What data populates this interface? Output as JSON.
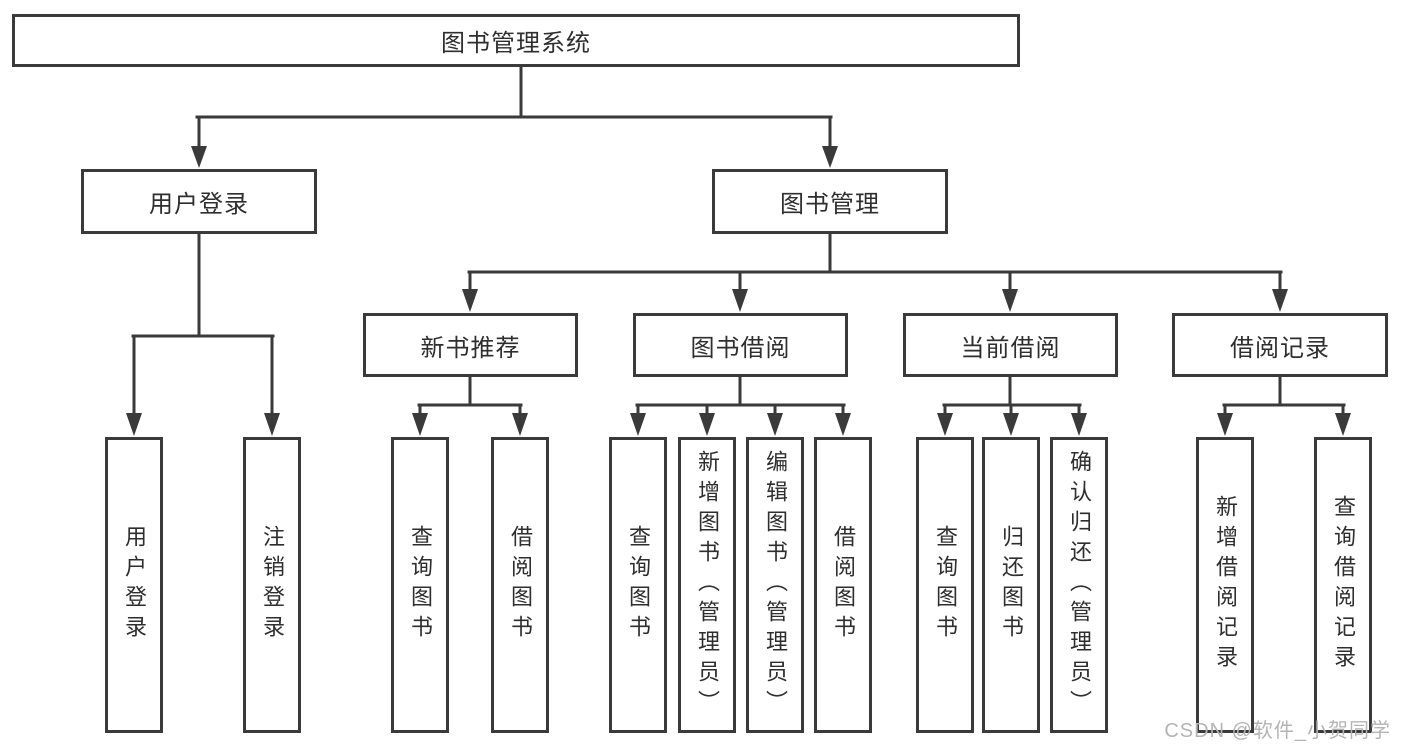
{
  "colors": {
    "line": "#3a3a3a",
    "node_border": "#3a3a3a",
    "node_background": "#ffffff",
    "text": "#2e2e2e",
    "watermark": "#b4b4b4"
  },
  "watermark": {
    "text": "CSDN @软件_小贺同学"
  },
  "tree": {
    "label": "图书管理系统",
    "children": [
      {
        "label": "用户登录",
        "children": [
          {
            "label": "用户登录"
          },
          {
            "label": "注销登录"
          }
        ]
      },
      {
        "label": "图书管理",
        "children": [
          {
            "label": "新书推荐",
            "children": [
              {
                "label": "查询图书"
              },
              {
                "label": "借阅图书"
              }
            ]
          },
          {
            "label": "图书借阅",
            "children": [
              {
                "label": "查询图书"
              },
              {
                "label": "新增图书（管理员）"
              },
              {
                "label": "编辑图书（管理员）"
              },
              {
                "label": "借阅图书"
              }
            ]
          },
          {
            "label": "当前借阅",
            "children": [
              {
                "label": "查询图书"
              },
              {
                "label": "归还图书"
              },
              {
                "label": "确认归还（管理员）"
              }
            ]
          },
          {
            "label": "借阅记录",
            "children": [
              {
                "label": "新增借阅记录"
              },
              {
                "label": "查询借阅记录"
              }
            ]
          }
        ]
      }
    ]
  }
}
